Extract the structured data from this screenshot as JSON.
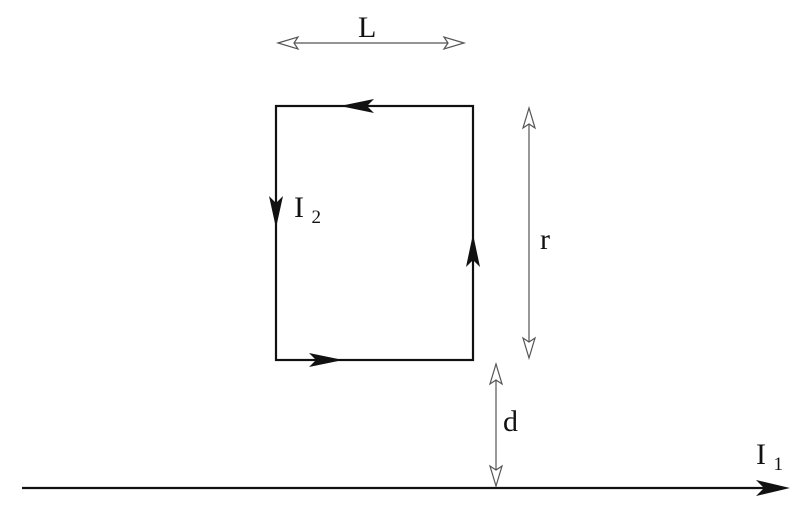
{
  "labels": {
    "width": "L",
    "height": "r",
    "distance": "d",
    "loop_current": "I",
    "loop_current_sub": "2",
    "wire_current": "I",
    "wire_current_sub": "1"
  },
  "colors": {
    "line": "#111111",
    "hollow_arrow_stroke": "#555555",
    "background": "#ffffff"
  }
}
